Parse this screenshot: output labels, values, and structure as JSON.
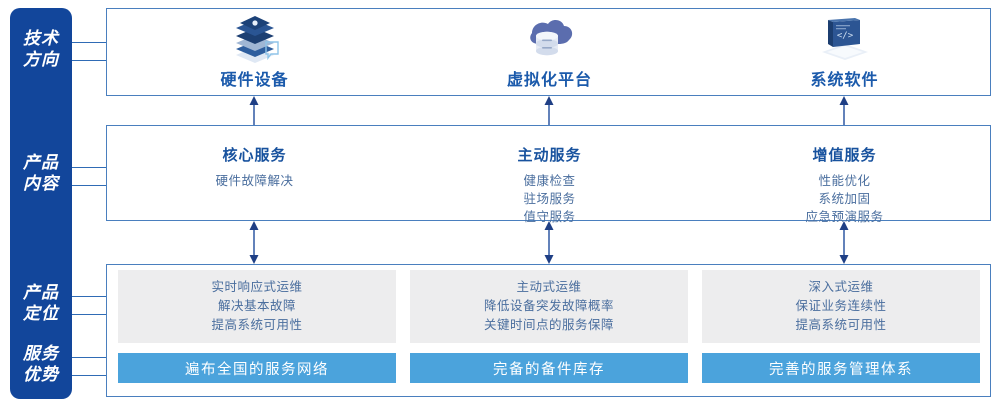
{
  "rail": {
    "items": [
      {
        "name": "tech-direction",
        "lines": [
          "技术",
          "方向"
        ]
      },
      {
        "name": "product-content",
        "lines": [
          "产品",
          "内容"
        ]
      },
      {
        "name": "product-positioning",
        "lines": [
          "产品",
          "定位"
        ]
      },
      {
        "name": "service-advantage",
        "lines": [
          "服务",
          "优势"
        ]
      }
    ]
  },
  "tech_directions": [
    {
      "label": "硬件设备",
      "icon": "server-stack-icon"
    },
    {
      "label": "虚拟化平台",
      "icon": "cloud-database-icon"
    },
    {
      "label": "系统软件",
      "icon": "laptop-code-icon"
    }
  ],
  "product_content": [
    {
      "title": "核心服务",
      "items": [
        "硬件故障解决"
      ]
    },
    {
      "title": "主动服务",
      "items": [
        "健康检查",
        "驻场服务",
        "值守服务"
      ]
    },
    {
      "title": "增值服务",
      "items": [
        "性能优化",
        "系统加固",
        "应急预演服务"
      ]
    }
  ],
  "product_positioning": [
    {
      "lines": [
        "实时响应式运维",
        "解决基本故障",
        "提高系统可用性"
      ]
    },
    {
      "lines": [
        "主动式运维",
        "降低设备突发故障概率",
        "关键时间点的服务保障"
      ]
    },
    {
      "lines": [
        "深入式运维",
        "保证业务连续性",
        "提高系统可用性"
      ]
    }
  ],
  "service_advantages": [
    {
      "label": "遍布全国的服务网络"
    },
    {
      "label": "完备的备件库存"
    },
    {
      "label": "完善的服务管理体系"
    }
  ],
  "colors": {
    "rail_blue": "#12469B",
    "box_border": "#4A7FBE",
    "title_blue": "#18529E",
    "body_blue": "#4A6E9E",
    "card_gray": "#EDEDEE",
    "bar_blue": "#4BA3DC",
    "arrow_navy": "#1F3F85"
  }
}
